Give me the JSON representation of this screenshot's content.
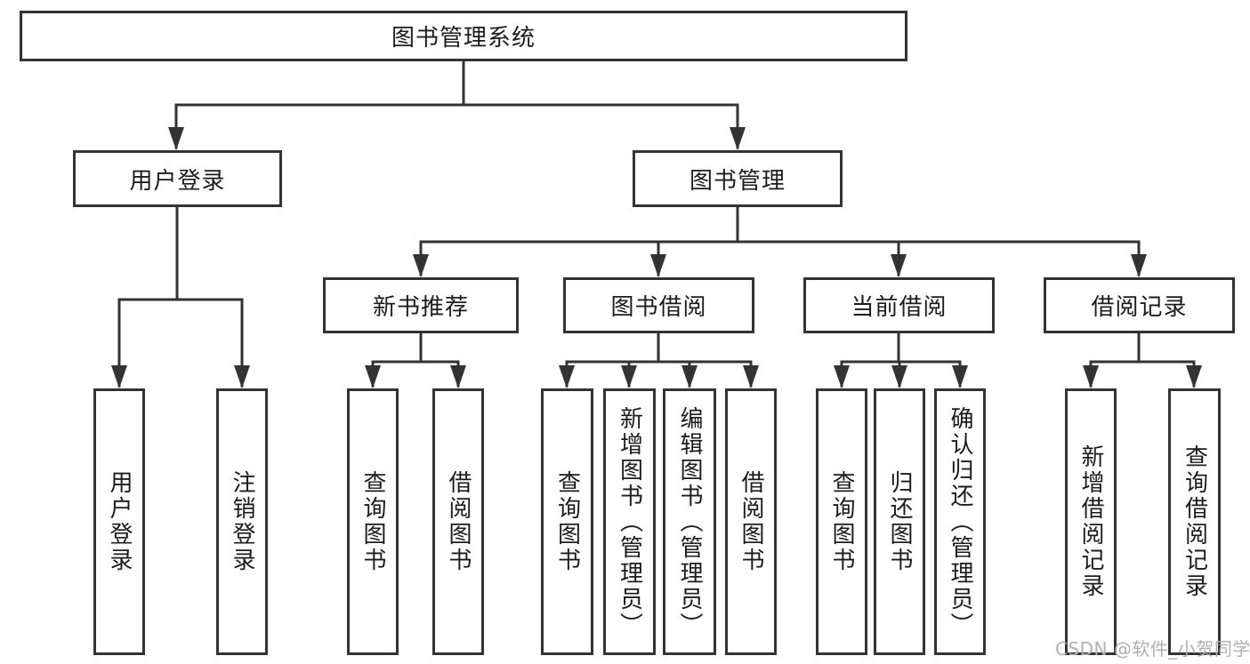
{
  "diagram": {
    "type": "tree",
    "root": {
      "label": "图书管理系统"
    },
    "branches": [
      {
        "label": "用户登录"
      },
      {
        "label": "图书管理"
      }
    ],
    "modules": [
      {
        "label": "新书推荐"
      },
      {
        "label": "图书借阅"
      },
      {
        "label": "当前借阅"
      },
      {
        "label": "借阅记录"
      }
    ],
    "leaves": [
      {
        "label": "用户登录",
        "parent": "用户登录"
      },
      {
        "label": "注销登录",
        "parent": "用户登录"
      },
      {
        "label": "查询图书",
        "parent": "新书推荐"
      },
      {
        "label": "借阅图书",
        "parent": "新书推荐"
      },
      {
        "label": "查询图书",
        "parent": "图书借阅"
      },
      {
        "label": "新增图书（管理员）",
        "parent": "图书借阅"
      },
      {
        "label": "编辑图书（管理员）",
        "parent": "图书借阅"
      },
      {
        "label": "借阅图书",
        "parent": "图书借阅"
      },
      {
        "label": "查询图书",
        "parent": "当前借阅"
      },
      {
        "label": "归还图书",
        "parent": "当前借阅"
      },
      {
        "label": "确认归还（管理员）",
        "parent": "当前借阅"
      },
      {
        "label": "新增借阅记录",
        "parent": "借阅记录"
      },
      {
        "label": "查询借阅记录",
        "parent": "借阅记录"
      }
    ]
  },
  "watermark": "CSDN @软件_小贺同学",
  "colors": {
    "line": "#333333",
    "text": "#1c1c1c",
    "background": "#ffffff",
    "watermark": "#b0b0b0"
  }
}
